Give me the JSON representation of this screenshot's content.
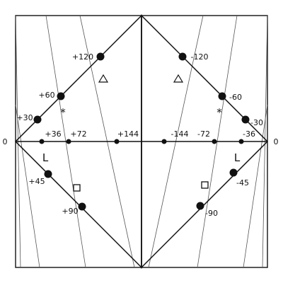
{
  "diagram": {
    "edge_labels": {
      "left": "0",
      "right": "0"
    },
    "labels": {
      "l_p120": "+120",
      "l_p60": "+60",
      "l_p30": "+30",
      "l_p36": "+36",
      "l_p72": "+72",
      "l_p144": "+144",
      "l_p45": "+45",
      "l_p90": "+90",
      "r_m120": "-120",
      "r_m60": "-60",
      "r_m30": "-30",
      "r_m36": "-36",
      "r_m72": "-72",
      "r_m144": "-144",
      "r_m45": "-45",
      "r_m90": "-90"
    },
    "markers": {
      "asterisk": "*",
      "el": "L",
      "square_icon": "square-icon",
      "triangle_icon": "triangle-icon"
    },
    "colors": {
      "stroke": "#111111",
      "thin_stroke": "#555555",
      "background": "#ffffff"
    }
  }
}
